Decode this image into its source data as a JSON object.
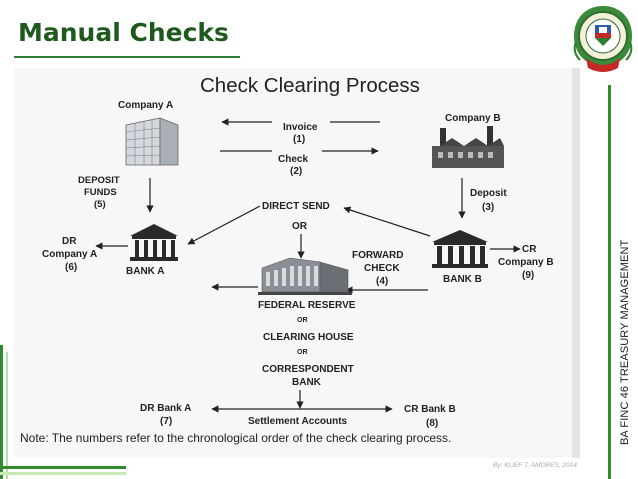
{
  "slide": {
    "title": "Manual Checks",
    "side_label": "BA FINC 46 TREASURY MANAGEMENT",
    "footer": "By: KLIEF T. AMORES, 2014"
  },
  "diagram": {
    "heading": "Check Clearing Process",
    "company_a": "Company A",
    "company_b": "Company B",
    "invoice": "Invoice",
    "invoice_num": "(1)",
    "check": "Check",
    "check_num": "(2)",
    "deposit_funds_1": "DEPOSIT",
    "deposit_funds_2": "FUNDS",
    "deposit_funds_num": "(5)",
    "deposit": "Deposit",
    "deposit_num": "(3)",
    "direct_send": "DIRECT SEND",
    "or_1": "OR",
    "forward_check_1": "FORWARD",
    "forward_check_2": "CHECK",
    "forward_check_num": "(4)",
    "dr_company_a_1": "DR",
    "dr_company_a_2": "Company A",
    "dr_company_a_num": "(6)",
    "bank_a": "BANK A",
    "bank_b": "BANK B",
    "cr_company_b_1": "CR",
    "cr_company_b_2": "Company B",
    "cr_company_b_num": "(9)",
    "federal_reserve": "FEDERAL RESERVE",
    "or_2": "OR",
    "clearing_house": "CLEARING HOUSE",
    "or_3": "OR",
    "correspondent_1": "CORRESPONDENT",
    "correspondent_2": "BANK",
    "dr_bank_a": "DR Bank A",
    "dr_bank_a_num": "(7)",
    "settlement_accounts": "Settlement Accounts",
    "cr_bank_b": "CR Bank B",
    "cr_bank_b_num": "(8)",
    "note": "Note: The numbers refer to the chronological order of the check clearing process."
  },
  "colors": {
    "title_green": "#1e5a1e",
    "accent_green": "#2e8b2e",
    "light_green": "#c6eab0"
  },
  "icons": [
    "office-building-icon",
    "factory-icon",
    "bank-icon",
    "federal-reserve-building-icon",
    "university-seal-icon"
  ]
}
